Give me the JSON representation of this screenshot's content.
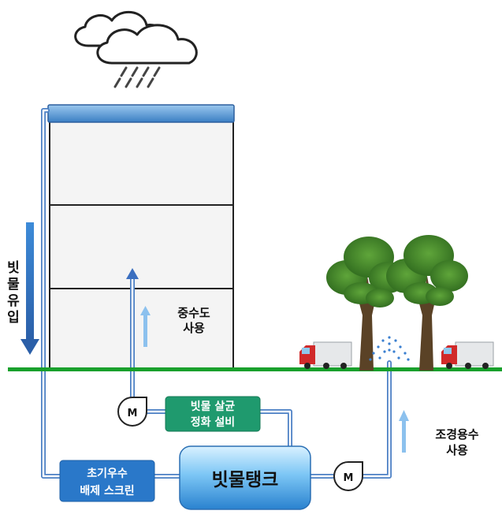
{
  "labels": {
    "rain_inflow": [
      "빗",
      "물",
      "유",
      "입"
    ],
    "graywater_use": [
      "중수도",
      "사용"
    ],
    "sterilization": [
      "빗물 살균",
      "정화 설비"
    ],
    "first_flush": [
      "초기우수",
      "배제 스크린"
    ],
    "tank": "빗물탱크",
    "landscape_use": [
      "조경용수",
      "사용"
    ],
    "motor": "M"
  },
  "colors": {
    "ground": "#19a02c",
    "pipe": "#4a7fc4",
    "pipe_fill": "#ffffff",
    "arrow_blue": "#3b6fc0",
    "arrow_light": "#8cc1ee",
    "green_box": "#1f9a6e",
    "blue_box": "#2a78c9",
    "tank_top": "#bfe6ff",
    "tank_bottom": "#2e8fd6",
    "building_fill": "#f5f5f5",
    "roof": "#4a8fd0",
    "spray": "#3a7fd0"
  },
  "icons": [
    "cloud-rain-icon",
    "tree-icon",
    "truck-icon",
    "motor-pump-icon",
    "sprinkler-icon"
  ]
}
